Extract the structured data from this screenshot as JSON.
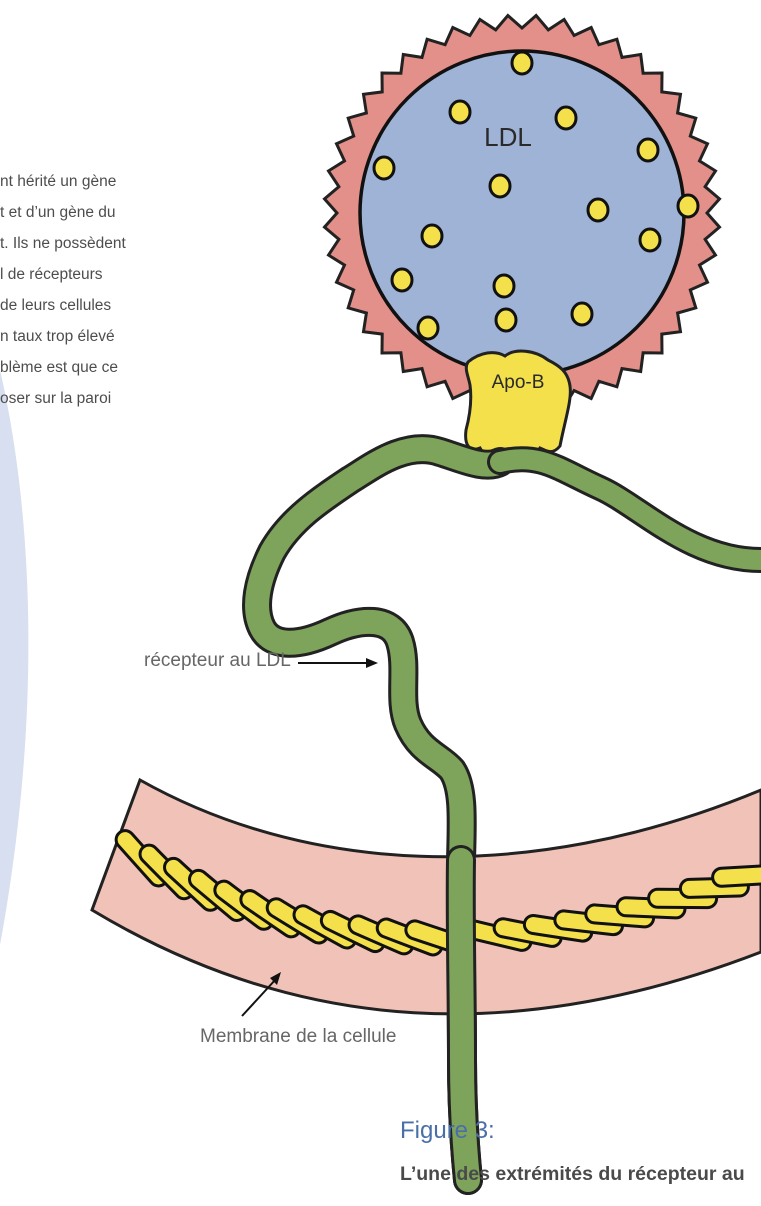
{
  "body_text": [
    "nt hérité un gène",
    "t et d’un gène du",
    "t. Ils ne possèdent",
    "l de récepteurs",
    " de leurs cellules",
    "n taux trop élevé",
    "blème est que ce",
    "oser sur la paroi"
  ],
  "diagram": {
    "ldl_label": "LDL",
    "apob_label": "Apo-B",
    "receptor_label": "récepteur au LDL",
    "membrane_label": "Membrane de la cellule"
  },
  "figure": {
    "title": "Figure 3:",
    "caption": "L’une des extrémités du récepteur au"
  },
  "colors": {
    "ldl_fill": "#9fb3d6",
    "ring_fill": "#e3908a",
    "apob_fill": "#f3e04a",
    "receptor_fill": "#7ea35a",
    "membrane_fill": "#f1c3b8",
    "side_arc": "#d8dff0",
    "title_blue": "#4a6fa8"
  }
}
